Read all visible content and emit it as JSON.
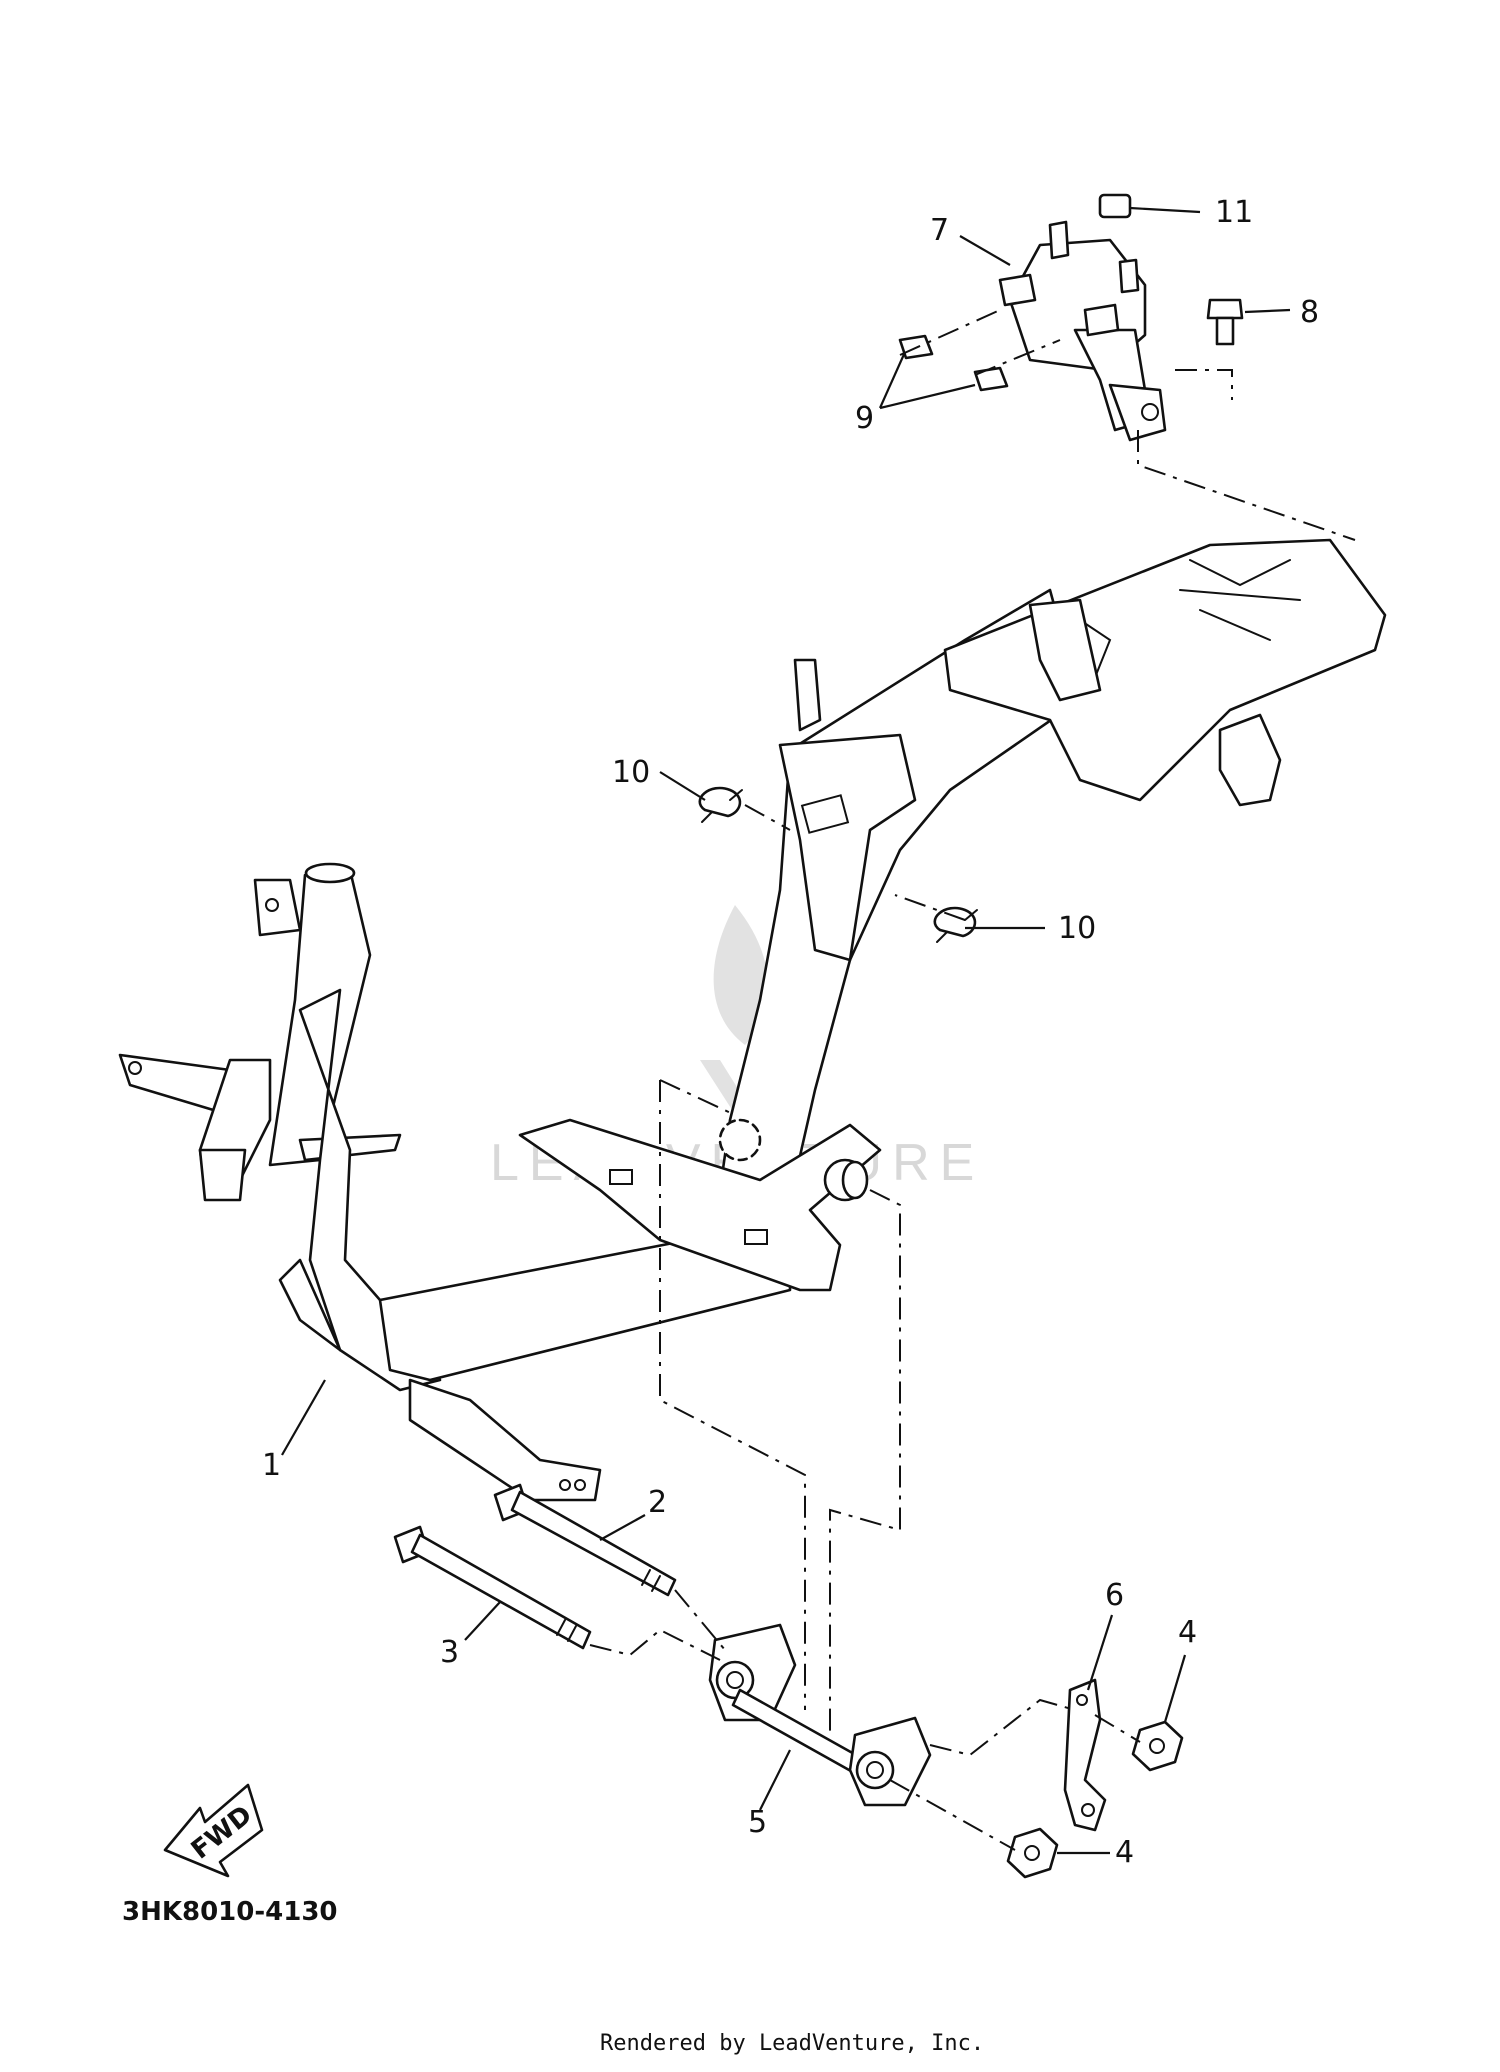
{
  "callouts": {
    "c1": "1",
    "c2": "2",
    "c3": "3",
    "c4a": "4",
    "c4b": "4",
    "c5": "5",
    "c6": "6",
    "c7": "7",
    "c8": "8",
    "c9": "9",
    "c10a": "10",
    "c10b": "10",
    "c11": "11"
  },
  "fwd_label": "FWD",
  "diagram_code": "3HK8010-4130",
  "watermark": "LEADVENTURE",
  "credit": "Rendered by LeadVenture, Inc."
}
